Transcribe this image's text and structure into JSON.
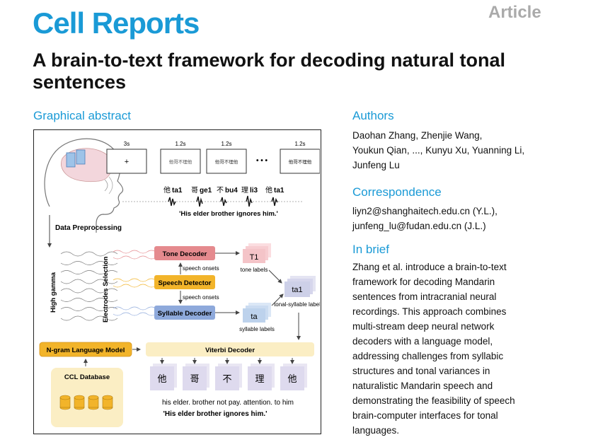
{
  "journal": "Cell Reports",
  "article_type": "Article",
  "title": "A brain-to-text framework for decoding natural tonal sentences",
  "graphical_abstract": {
    "heading": "Graphical abstract",
    "timing": [
      "3s",
      "1.2s",
      "1.2s",
      "1.2s"
    ],
    "fixation": "+",
    "stim_text": "他哥不理他",
    "ellipsis": "• • •",
    "syllables": [
      "他",
      "ta1",
      "哥",
      "ge1",
      "不",
      "bu4",
      "理",
      "li3",
      "他",
      "ta1"
    ],
    "sentence": "'His elder brother ignores him.'",
    "data_preprocessing": "Data Preprocessing",
    "high_gamma": "High gamma",
    "electrodes_selection": "Electrodes Selection",
    "tone_decoder": "Tone Decoder",
    "speech_detector": "Speech Detector",
    "syllable_decoder": "Syllable Decoder",
    "speech_onsets": "speech onsets",
    "tone_label_token": "T1",
    "tone_labels": "tone labels",
    "tonal_token": "ta1",
    "tonal_labels": "tonal-syllable labels",
    "syllable_token": "ta",
    "syllable_labels": "syllable labels",
    "ngram": "N-gram Language Model",
    "viterbi": "Viterbi Decoder",
    "ccl": "CCL Database",
    "output_chars": [
      "他",
      "哥",
      "不",
      "理",
      "他"
    ],
    "gloss": "his  elder. brother  not  pay. attention. to  him",
    "output_sentence": "'His elder brother ignores him.'"
  },
  "authors": {
    "heading": "Authors",
    "lines": [
      "Daohan Zhang, Zhenjie Wang,",
      "Youkun Qian, ..., Kunyu Xu, Yuanning Li,",
      "Junfeng Lu"
    ]
  },
  "correspondence": {
    "heading": "Correspondence",
    "lines": [
      "liyn2@shanghaitech.edu.cn (Y.L.),",
      "junfeng_lu@fudan.edu.cn (J.L.)"
    ]
  },
  "in_brief": {
    "heading": "In brief",
    "lines": [
      "Zhang et al. introduce a brain-to-text",
      "framework for decoding Mandarin",
      "sentences from intracranial neural",
      "recordings. This approach combines",
      "multi-stream deep neural network",
      "decoders with a language model,",
      "addressing challenges from syllabic",
      "structures and tonal variances in",
      "naturalistic Mandarin speech and",
      "demonstrating the feasibility of speech",
      "brain-computer interfaces for tonal",
      "languages."
    ]
  },
  "colors": {
    "brand": "#1a9ad6",
    "tone": "#e58a8e",
    "speech": "#f2b42a",
    "syllable": "#8ea9db",
    "viterbi": "#fbeec4",
    "ngram": "#f2b42a",
    "ccl": "#fbeec4"
  }
}
